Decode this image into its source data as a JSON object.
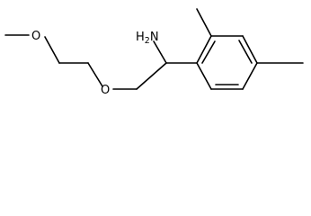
{
  "molecule": {
    "atom_labels": {
      "amine_main": "H",
      "amine_subscript": "2",
      "amine_element": "N",
      "ether_oxygen_top": "O",
      "ether_oxygen_bottom": "O"
    },
    "colors": {
      "bond": "#000000",
      "label": "#000000",
      "background": "#ffffff"
    }
  }
}
